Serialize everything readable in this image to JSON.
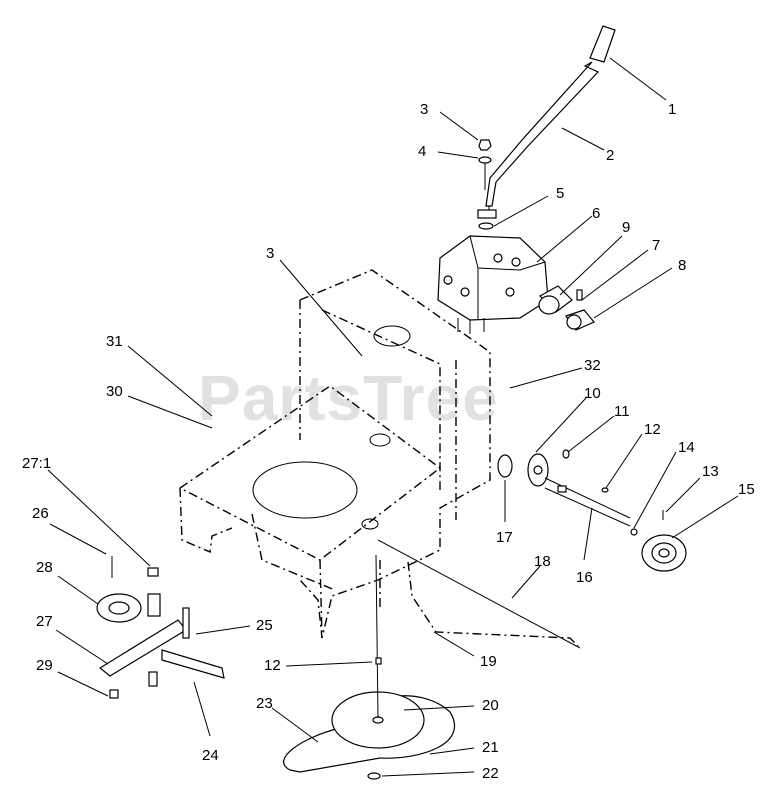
{
  "watermark": "PartsTree",
  "callouts": [
    {
      "id": "c1",
      "text": "1"
    },
    {
      "id": "c2",
      "text": "2"
    },
    {
      "id": "c3a",
      "text": "3"
    },
    {
      "id": "c4",
      "text": "4"
    },
    {
      "id": "c5",
      "text": "5"
    },
    {
      "id": "c6",
      "text": "6"
    },
    {
      "id": "c9",
      "text": "9"
    },
    {
      "id": "c7",
      "text": "7"
    },
    {
      "id": "c8",
      "text": "8"
    },
    {
      "id": "c3b",
      "text": "3"
    },
    {
      "id": "c31",
      "text": "31"
    },
    {
      "id": "c32",
      "text": "32"
    },
    {
      "id": "c30",
      "text": "30"
    },
    {
      "id": "c10",
      "text": "10"
    },
    {
      "id": "c11",
      "text": "11"
    },
    {
      "id": "c12a",
      "text": "12"
    },
    {
      "id": "c14",
      "text": "14"
    },
    {
      "id": "c13",
      "text": "13"
    },
    {
      "id": "c15",
      "text": "15"
    },
    {
      "id": "c271",
      "text": "27:1"
    },
    {
      "id": "c17",
      "text": "17"
    },
    {
      "id": "c16",
      "text": "16"
    },
    {
      "id": "c26",
      "text": "26"
    },
    {
      "id": "c18",
      "text": "18"
    },
    {
      "id": "c28",
      "text": "28"
    },
    {
      "id": "c27",
      "text": "27"
    },
    {
      "id": "c25",
      "text": "25"
    },
    {
      "id": "c19",
      "text": "19"
    },
    {
      "id": "c12b",
      "text": "12"
    },
    {
      "id": "c29",
      "text": "29"
    },
    {
      "id": "c23",
      "text": "23"
    },
    {
      "id": "c20",
      "text": "20"
    },
    {
      "id": "c24",
      "text": "24"
    },
    {
      "id": "c21",
      "text": "21"
    },
    {
      "id": "c22",
      "text": "22"
    }
  ]
}
